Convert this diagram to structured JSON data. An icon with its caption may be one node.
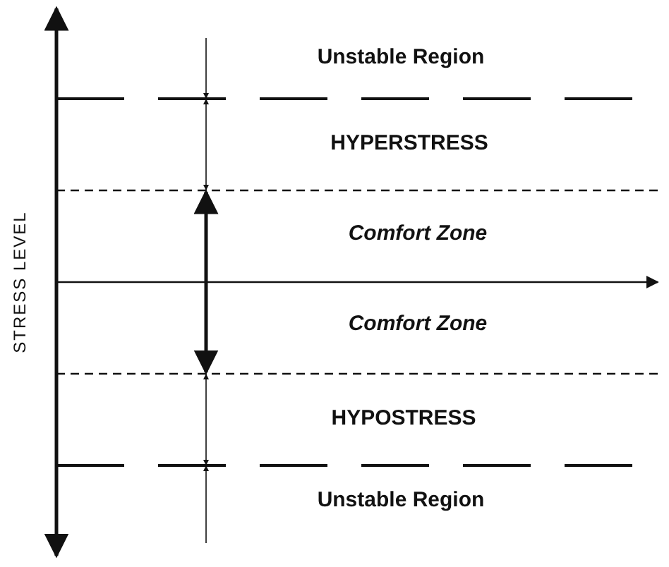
{
  "diagram": {
    "labels": [
      "Unstable Region",
      "HYPERSTRESS",
      "Comfort Zone",
      "Comfort Zone",
      "HYPOSTRESS",
      "Unstable Region",
      "STRESS LEVEL"
    ]
  }
}
